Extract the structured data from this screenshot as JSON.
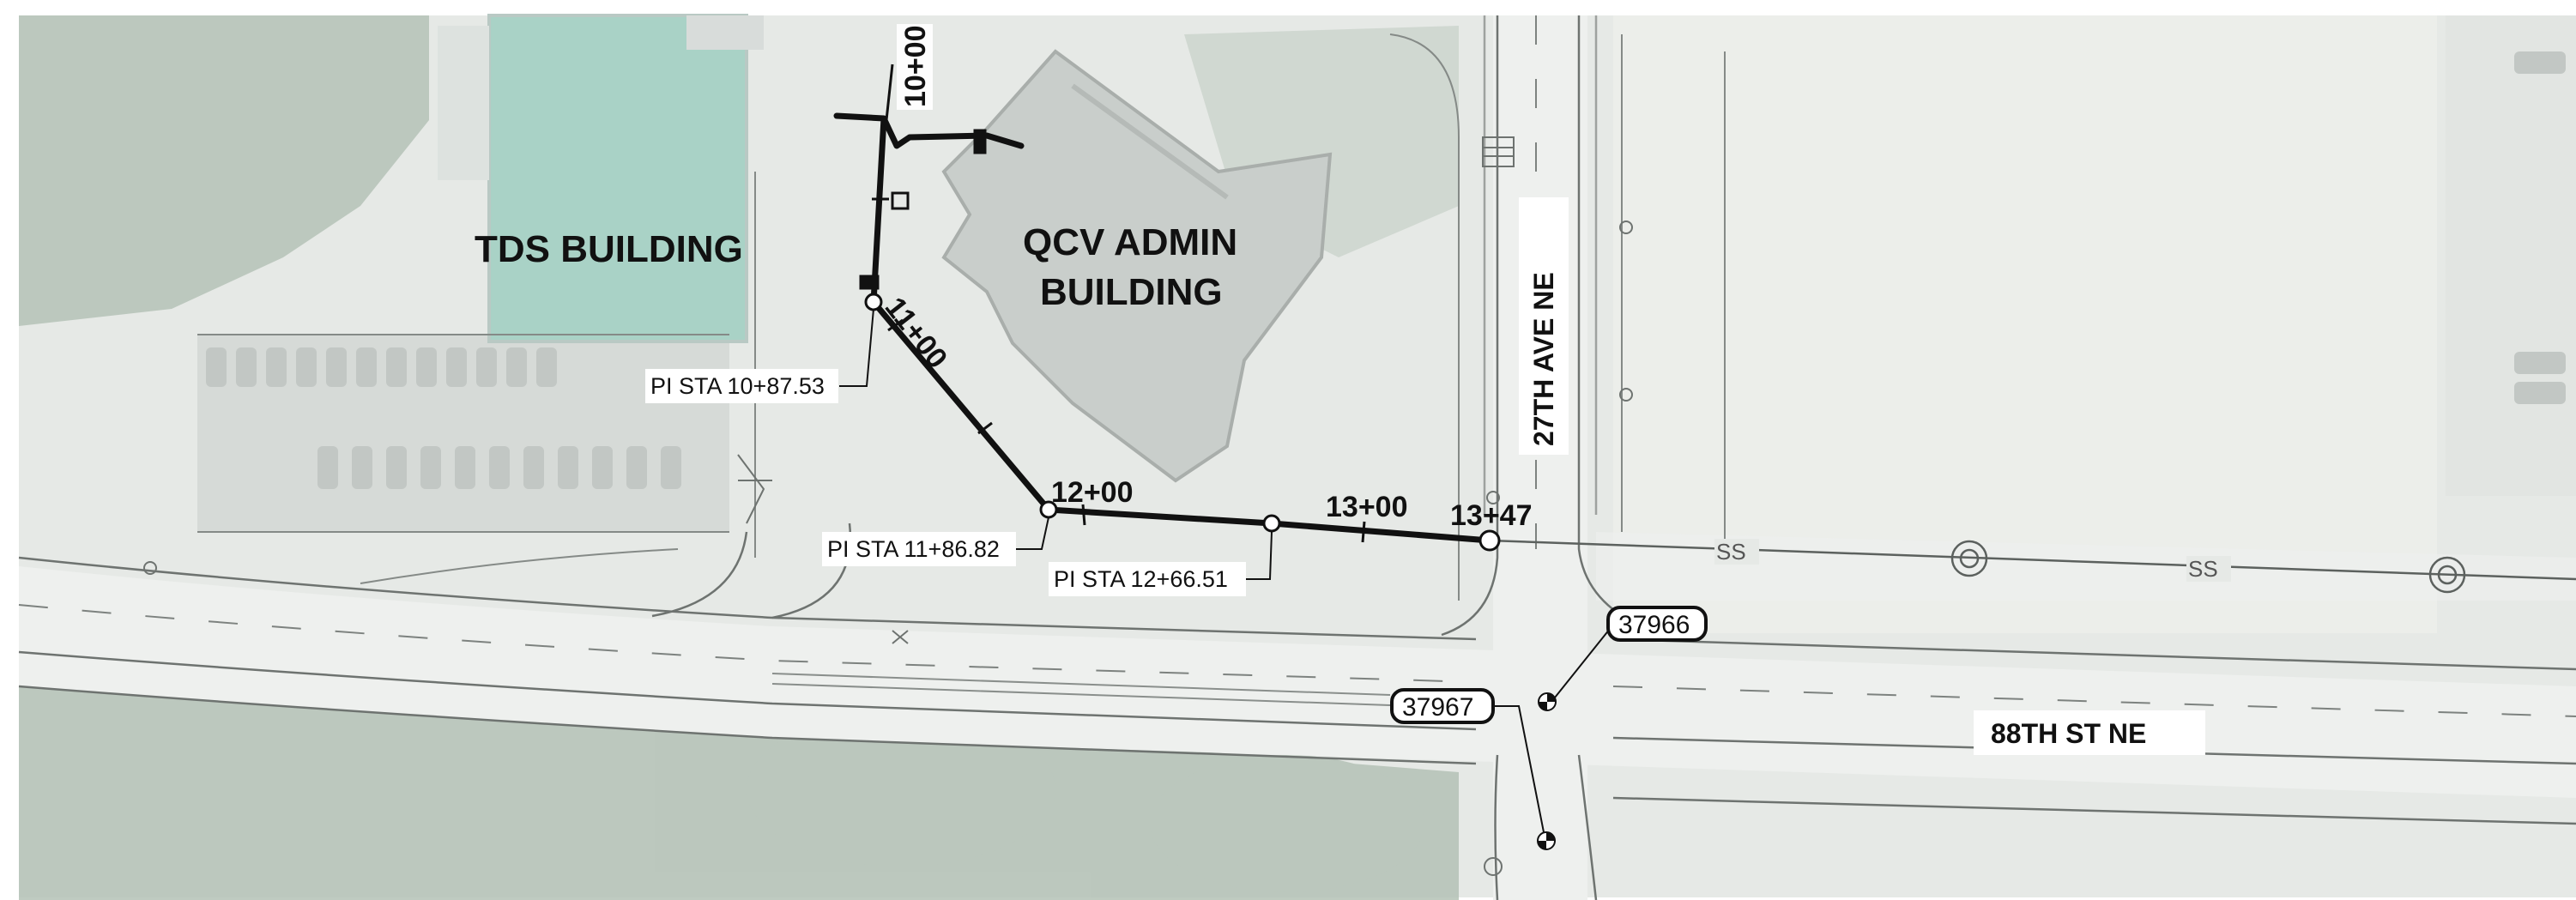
{
  "buildings": {
    "tds": "TDS BUILDING",
    "qcv_line1": "QCV ADMIN",
    "qcv_line2": "BUILDING"
  },
  "streets": {
    "avenue": "27TH AVE NE",
    "street": "88TH ST NE"
  },
  "stations": {
    "s1000": "10+00",
    "s1100": "11+00",
    "s1200": "12+00",
    "s1300": "13+00",
    "s1347": "13+47"
  },
  "pi_labels": {
    "pi1": "PI STA 10+87.53",
    "pi2": "PI STA 11+86.82",
    "pi3": "PI STA 12+66.51"
  },
  "sewer": {
    "ss1": "SS",
    "ss2": "SS"
  },
  "pole_tags": {
    "t1": "37966",
    "t2": "37967"
  },
  "colors": {
    "alignment": "#111111",
    "aerial_base": "#e6e9e6",
    "vegetation": "#aebdb0",
    "roof_green": "#9fcfc2",
    "road": "#eef0ee"
  }
}
